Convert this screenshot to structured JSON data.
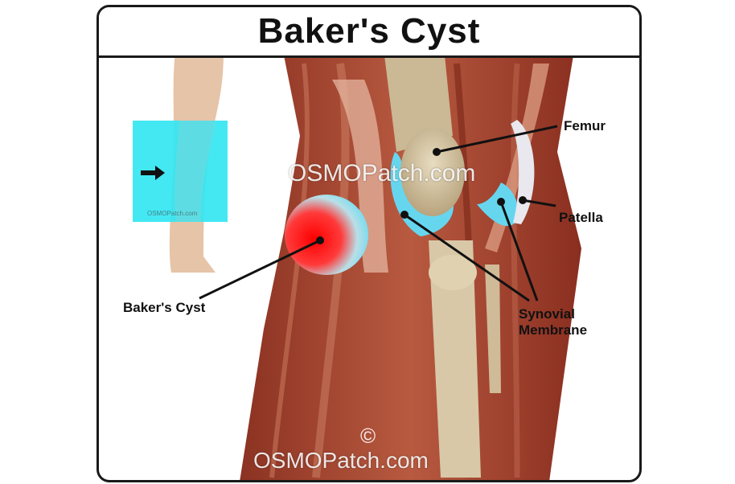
{
  "title": "Baker's Cyst",
  "labels": {
    "femur": "Femur",
    "patella": "Patella",
    "bakers_cyst": "Baker's Cyst",
    "synovial_line1": "Synovial",
    "synovial_line2": "Membrane"
  },
  "watermark": "OSMOPatch.com",
  "inset_watermark": "OSMOPatch.com",
  "copyright_symbol": "©",
  "footer_watermark": "OSMOPatch.com",
  "colors": {
    "muscle": "#a8452f",
    "synovial": "#66d6ef",
    "cyst": "#ff1a1a",
    "inset_bg": "#33e6f2",
    "bone": "#d8c8a8"
  }
}
